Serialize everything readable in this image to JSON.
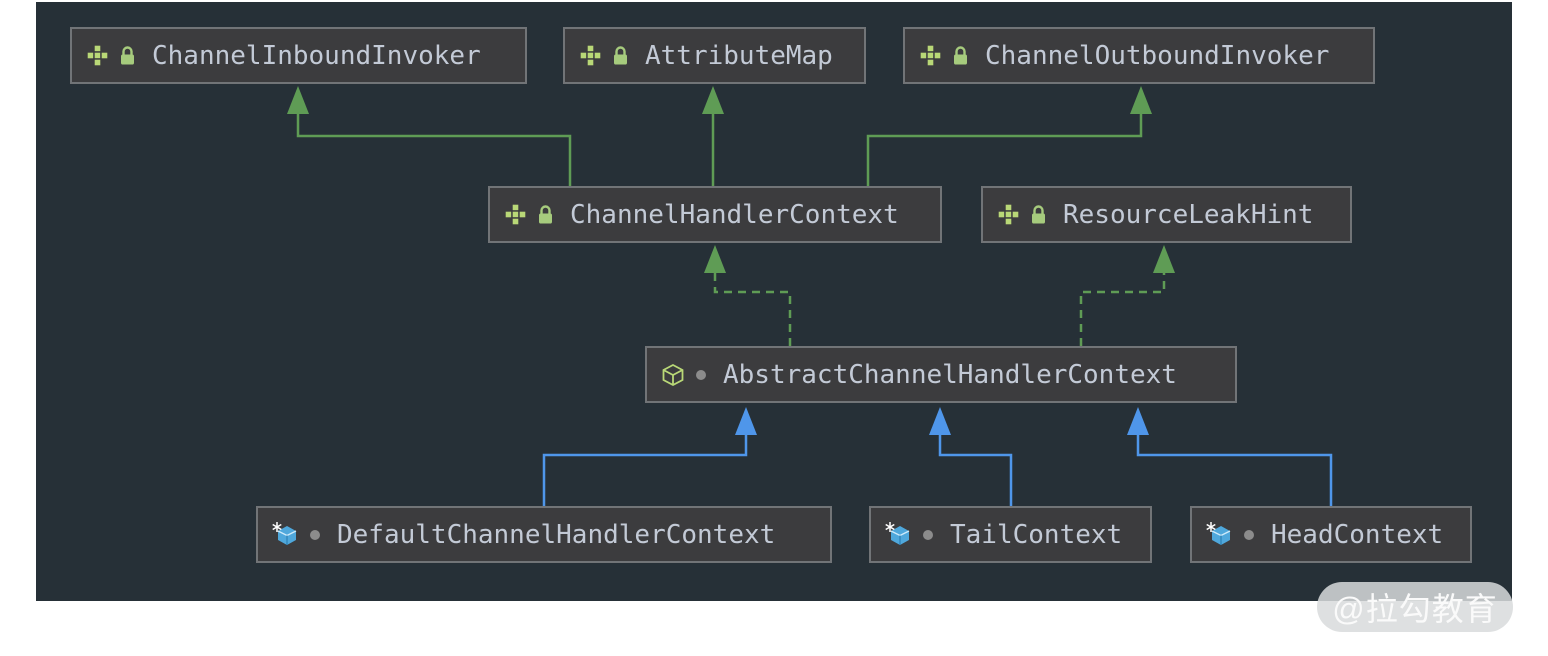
{
  "diagram": {
    "tool": "uml-class-diagram",
    "nodes": [
      {
        "id": "ChannelInboundInvoker",
        "label": "ChannelInboundInvoker",
        "kind": "interface",
        "badges": [
          "lock"
        ]
      },
      {
        "id": "AttributeMap",
        "label": "AttributeMap",
        "kind": "interface",
        "badges": [
          "lock"
        ]
      },
      {
        "id": "ChannelOutboundInvoker",
        "label": "ChannelOutboundInvoker",
        "kind": "interface",
        "badges": [
          "lock"
        ]
      },
      {
        "id": "ChannelHandlerContext",
        "label": "ChannelHandlerContext",
        "kind": "interface",
        "badges": [
          "lock"
        ]
      },
      {
        "id": "ResourceLeakHint",
        "label": "ResourceLeakHint",
        "kind": "interface",
        "badges": [
          "lock"
        ]
      },
      {
        "id": "AbstractChannelHandlerContext",
        "label": "AbstractChannelHandlerContext",
        "kind": "abstract-class",
        "badges": [
          "package-private-dot"
        ]
      },
      {
        "id": "DefaultChannelHandlerContext",
        "label": "DefaultChannelHandlerContext",
        "kind": "final-class",
        "badges": [
          "package-private-dot"
        ]
      },
      {
        "id": "TailContext",
        "label": "TailContext",
        "kind": "final-class",
        "badges": [
          "package-private-dot"
        ]
      },
      {
        "id": "HeadContext",
        "label": "HeadContext",
        "kind": "final-class",
        "badges": [
          "package-private-dot"
        ]
      }
    ],
    "edges": [
      {
        "from": "ChannelHandlerContext",
        "to": "ChannelInboundInvoker",
        "relation": "extends",
        "style": "solid-green"
      },
      {
        "from": "ChannelHandlerContext",
        "to": "AttributeMap",
        "relation": "extends",
        "style": "solid-green"
      },
      {
        "from": "ChannelHandlerContext",
        "to": "ChannelOutboundInvoker",
        "relation": "extends",
        "style": "solid-green"
      },
      {
        "from": "AbstractChannelHandlerContext",
        "to": "ChannelHandlerContext",
        "relation": "implements",
        "style": "dashed-green"
      },
      {
        "from": "AbstractChannelHandlerContext",
        "to": "ResourceLeakHint",
        "relation": "implements",
        "style": "dashed-green"
      },
      {
        "from": "DefaultChannelHandlerContext",
        "to": "AbstractChannelHandlerContext",
        "relation": "extends",
        "style": "solid-blue"
      },
      {
        "from": "TailContext",
        "to": "AbstractChannelHandlerContext",
        "relation": "extends",
        "style": "solid-blue"
      },
      {
        "from": "HeadContext",
        "to": "AbstractChannelHandlerContext",
        "relation": "extends",
        "style": "solid-blue"
      }
    ],
    "colors": {
      "panelBg": "#263037",
      "nodeBg": "#3c3c3e",
      "nodeBorder": "#717477",
      "nodeText": "#c3cad6",
      "edgeGreen": "#5f9c55",
      "edgeBlue": "#4f96ea",
      "iconGreen": "#b9d877",
      "iconLockGreen": "#a6cb7d",
      "iconBlue": "#4fa8dc",
      "dotGray": "#8c8c8c"
    }
  },
  "watermark": {
    "text": "@拉勾教育"
  }
}
